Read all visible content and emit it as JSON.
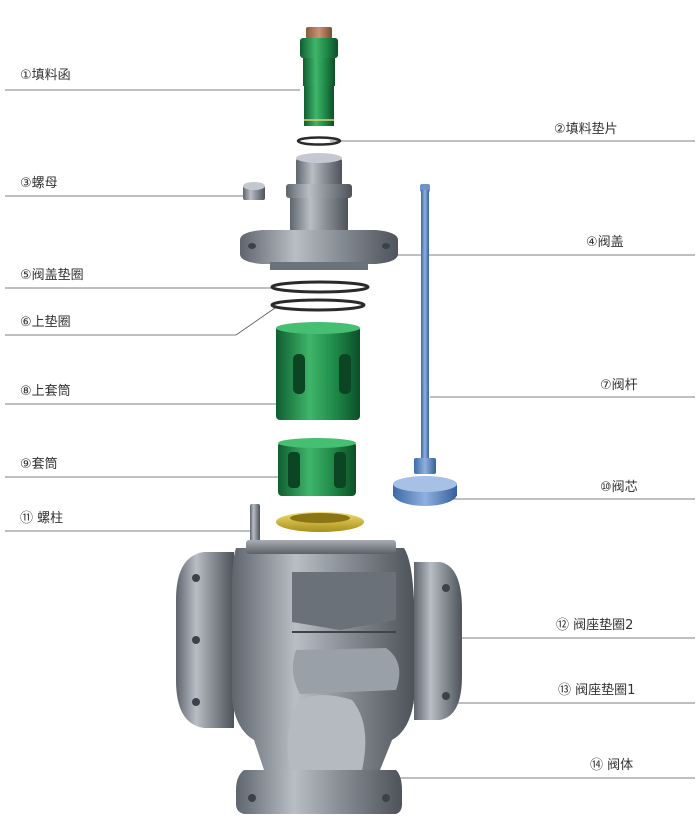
{
  "labels": {
    "l1": "①填料函",
    "l2": "②填料垫片",
    "l3": "③螺母",
    "l4": "④阀盖",
    "l5": "⑤阀盖垫圈",
    "l6": "⑥上垫圈",
    "l7": "⑦阀杆",
    "l8": "⑧上套筒",
    "l9": "⑨套筒",
    "l10": "⑩阀芯",
    "l11": "⑪ 螺柱",
    "l12": "⑫ 阀座垫圈2",
    "l13": "⑬ 阀座垫圈1",
    "l14": "⑭ 阀体"
  },
  "colors": {
    "background": "#ffffff",
    "leader_line": "#555555",
    "label_text": "#333333",
    "gray_metal": "#8a9099",
    "gray_dark": "#5d636b",
    "green_part": "#1e8a4a",
    "blue_stem": "#5b86c4",
    "yellow_ring": "#d9c23a",
    "gasket_black": "#2a2a2a"
  }
}
